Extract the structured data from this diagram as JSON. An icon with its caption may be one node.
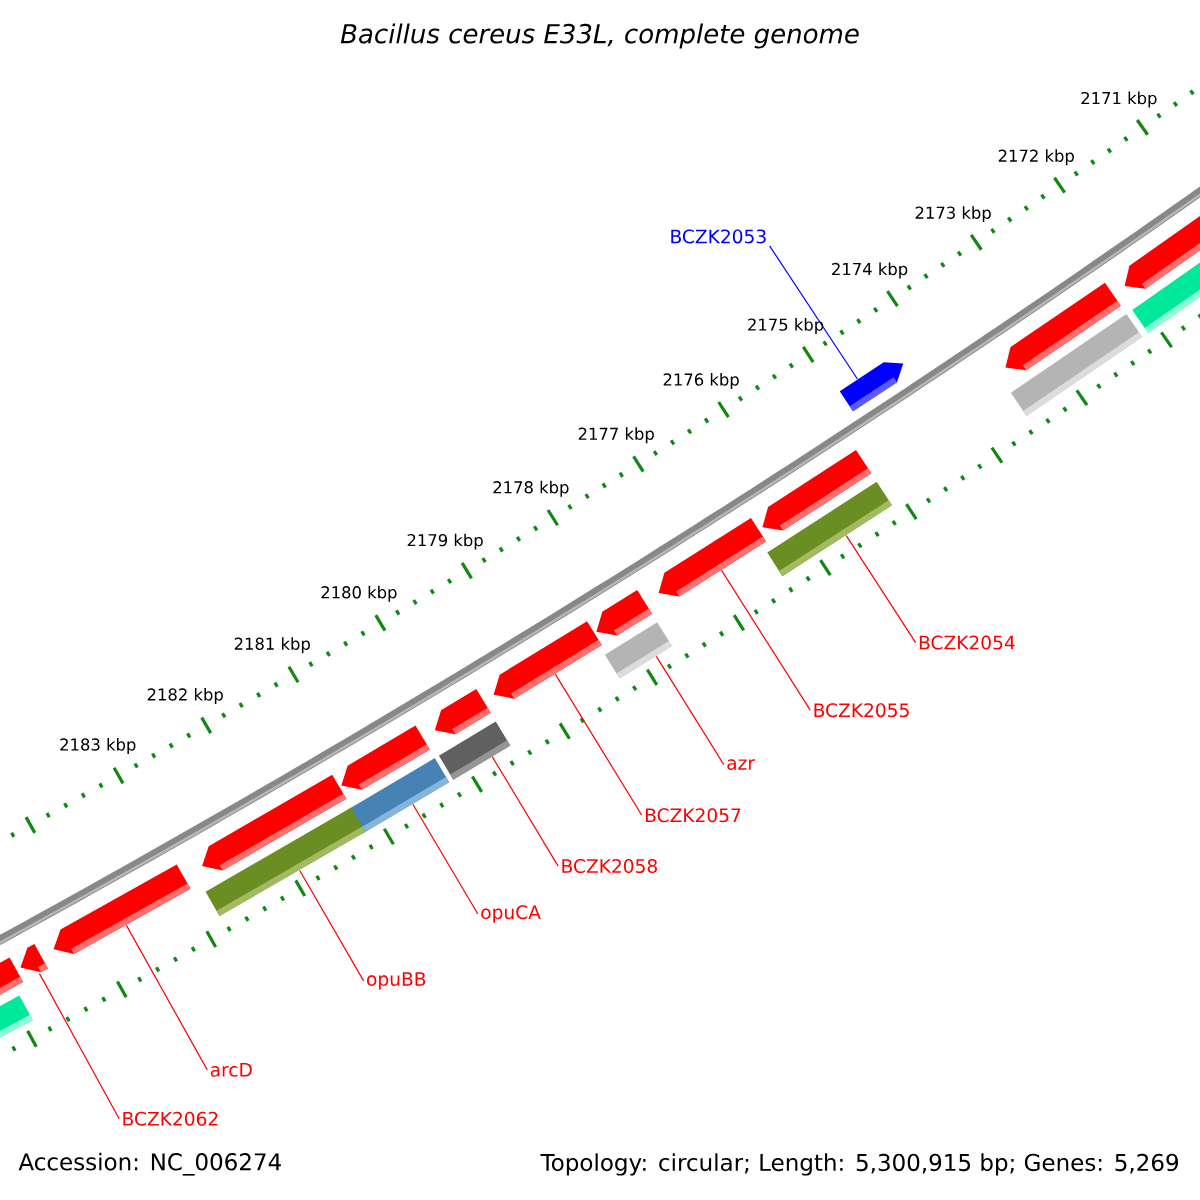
{
  "diagram": {
    "title": "Bacillus cereus E33L, complete genome",
    "nodes": [
      {
        "text": [
          "BCZK2053"
        ]
      },
      {
        "text": [],
        "shape": "bar"
      },
      {
        "text": [
          "BCZK2054"
        ]
      },
      {
        "text": [],
        "shape": "bar"
      },
      {
        "text": [
          "BCZK2055"
        ]
      },
      {
        "text": [],
        "shape": "bar"
      },
      {
        "text": [
          "azr"
        ]
      },
      {
        "text": [],
        "shape": "bar"
      },
      {
        "text": [
          "BCZK2057"
        ]
      },
      {
        "text": [],
        "shape": "bar"
      },
      {
        "text": [
          "BCZK2058"
        ]
      },
      {
        "text": [],
        "shape": "bar"
      },
      {
        "text": [
          "opuCA"
        ]
      },
      {
        "text": [],
        "shape": "bar"
      },
      {
        "text": [
          "opuBB"
        ]
      },
      {
        "text": [],
        "shape": "bar"
      },
      {
        "text": [
          "arcD"
        ]
      },
      {
        "text": [],
        "shape": "bar"
      },
      {
        "text": [
          "BCZK2062"
        ]
      },
      {
        "text": [],
        "shape": "bar"
      },
      {
        "text": [],
        "shape": "bar"
      },
      {
        "text": [],
        "shape": "bar"
      },
      {
        "text": [],
        "shape": "bar"
      },
      {
        "text": [],
        "shape": "bar"
      },
      {
        "text": [],
        "shape": "bar"
      },
      {
        "text": [],
        "shape": "bar"
      },
      {
        "text": [],
        "shape": "bar"
      },
      {
        "text": [],
        "shape": "bar"
      },
      {
        "text": [],
        "shape": "bar"
      },
      {
        "text": [],
        "shape": "bar"
      },
      {
        "text": [],
        "shape": "bar"
      }
    ],
    "edges": [
      {
        "from": 0,
        "to": 1,
        "arrow": "none",
        "color": "#0000ff"
      },
      {
        "from": 2,
        "to": 3,
        "arrow": "none"
      },
      {
        "from": 4,
        "to": 5,
        "arrow": "none"
      },
      {
        "from": 6,
        "to": 7,
        "arrow": "none"
      },
      {
        "from": 8,
        "to": 9,
        "arrow": "none"
      },
      {
        "from": 10,
        "to": 11,
        "arrow": "none"
      },
      {
        "from": 12,
        "to": 13,
        "arrow": "none"
      },
      {
        "from": 14,
        "to": 15,
        "arrow": "none"
      },
      {
        "from": 16,
        "to": 17,
        "arrow": "none"
      },
      {
        "from": 18,
        "to": 19,
        "arrow": "none"
      }
    ],
    "labels": [
      "2171 kbp",
      "2172 kbp",
      "2173 kbp",
      "2174 kbp",
      "2175 kbp",
      "2176 kbp",
      "2177 kbp",
      "2178 kbp",
      "2179 kbp",
      "2180 kbp",
      "2181 kbp",
      "2182 kbp",
      "2183 kbp",
      "Accession: NC_006274",
      "Topology: circular; Length: 5,300,915 bp; Genes: 5,269"
    ]
  }
}
